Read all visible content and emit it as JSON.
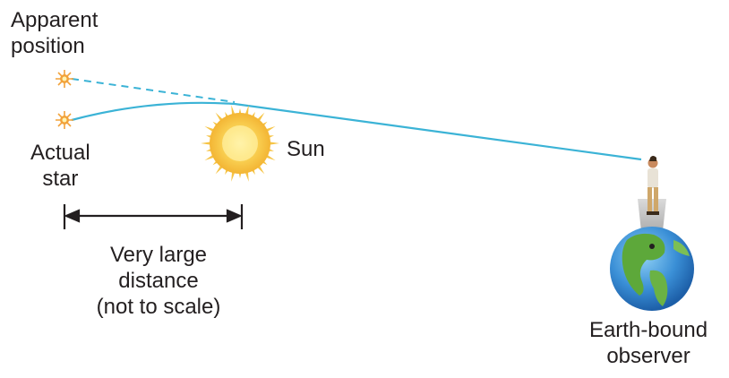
{
  "labels": {
    "apparent_position": [
      "Apparent",
      "position"
    ],
    "actual_star": [
      "Actual",
      "star"
    ],
    "sun": "Sun",
    "distance": [
      "Very large",
      "distance",
      "(not to scale)"
    ],
    "observer": [
      "Earth-bound",
      "observer"
    ]
  },
  "colors": {
    "light_path": "#3bb3d6",
    "sun_outer": "#f7c64a",
    "sun_core": "#fde27a",
    "star": "#f2a23a",
    "text": "#231f20",
    "earth_ocean": "#3a8fd6",
    "earth_land": "#5da83a"
  },
  "icons": {
    "apparent_star": "star-icon",
    "actual_star": "star-icon",
    "sun": "sun-icon",
    "observer": "person-icon",
    "earth": "globe-icon"
  }
}
